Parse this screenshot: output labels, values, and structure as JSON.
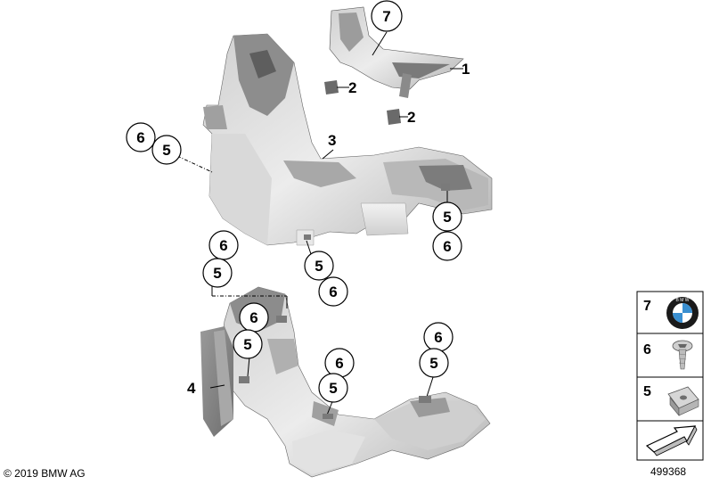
{
  "callouts": {
    "c7_top": "7",
    "c1": "1",
    "c2_upper": "2",
    "c2_lower": "2",
    "c3": "3",
    "c6_left": "6",
    "c5_left": "5",
    "c5_right_upper": "5",
    "c6_right_upper": "6",
    "c6_mid": "6",
    "c5_mid": "5",
    "c5_mid_right": "5",
    "c6_mid_right": "6",
    "c6_lower_inner": "6",
    "c5_lower_inner": "5",
    "c4": "4",
    "c6_lower_center": "6",
    "c5_lower_center": "5",
    "c6_lower_right": "6",
    "c5_lower_right": "5"
  },
  "legend": {
    "items": [
      {
        "number": "7",
        "icon": "bmw-emblem-icon"
      },
      {
        "number": "6",
        "icon": "torx-screw-icon"
      },
      {
        "number": "5",
        "icon": "clip-nut-icon"
      }
    ],
    "arrow_icon": "assembly-arrow-icon"
  },
  "footer": {
    "copyright": "© 2019 BMW AG",
    "drawing_number": "499368"
  },
  "colors": {
    "part_fill_light": "#e4e4e4",
    "part_fill_mid": "#c8c8c8",
    "part_fill_dark": "#8e8e8e",
    "outline": "#000000",
    "bmw_blue": "#3a8fd0"
  }
}
